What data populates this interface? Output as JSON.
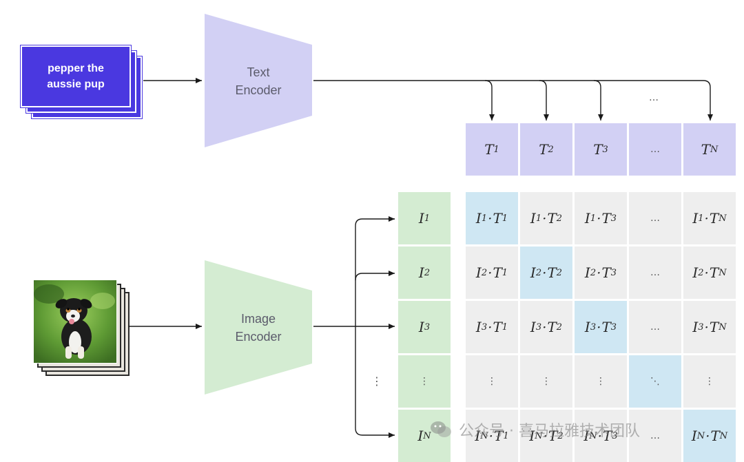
{
  "text_input": {
    "label": "pepper the aussie pup"
  },
  "text_encoder": {
    "line1": "Text",
    "line2": "Encoder"
  },
  "image_encoder": {
    "line1": "Image",
    "line2": "Encoder"
  },
  "text_features": [
    {
      "sym": "T",
      "sub": "1"
    },
    {
      "sym": "T",
      "sub": "2"
    },
    {
      "sym": "T",
      "sub": "3"
    },
    {
      "sym": "…",
      "sub": ""
    },
    {
      "sym": "T",
      "sub": "N"
    }
  ],
  "image_features": [
    {
      "sym": "I",
      "sub": "1"
    },
    {
      "sym": "I",
      "sub": "2"
    },
    {
      "sym": "I",
      "sub": "3"
    },
    {
      "sym": "⋮",
      "sub": ""
    },
    {
      "sym": "I",
      "sub": "N"
    }
  ],
  "top_ellipsis": "…",
  "left_vdots": "⋮",
  "matrix_rows": [
    [
      "I1·T1",
      "I1·T2",
      "I1·T3",
      "…",
      "I1·TN"
    ],
    [
      "I2·T1",
      "I2·T2",
      "I2·T3",
      "…",
      "I2·TN"
    ],
    [
      "I3·T1",
      "I3·T2",
      "I3·T3",
      "…",
      "I3·TN"
    ],
    [
      "⋮",
      "⋮",
      "⋮",
      "⋱",
      "⋮"
    ],
    [
      "IN·T1",
      "IN·T2",
      "IN·T3",
      "…",
      "IN·TN"
    ]
  ],
  "diagonal_highlights": [
    [
      0,
      0
    ],
    [
      1,
      1
    ],
    [
      2,
      2
    ],
    [
      3,
      3
    ],
    [
      4,
      4
    ]
  ],
  "colors": {
    "text_card": "#4a38e0",
    "text_encoder": "#d2d0f4",
    "image_encoder": "#d4ecd2",
    "matrix_cell": "#eeeeee",
    "diagonal_cell": "#cfe7f3",
    "arrow": "#1a1a1a"
  },
  "watermark": {
    "text": "公众号 · 喜马拉雅技术团队",
    "icon": "wechat-icon"
  }
}
